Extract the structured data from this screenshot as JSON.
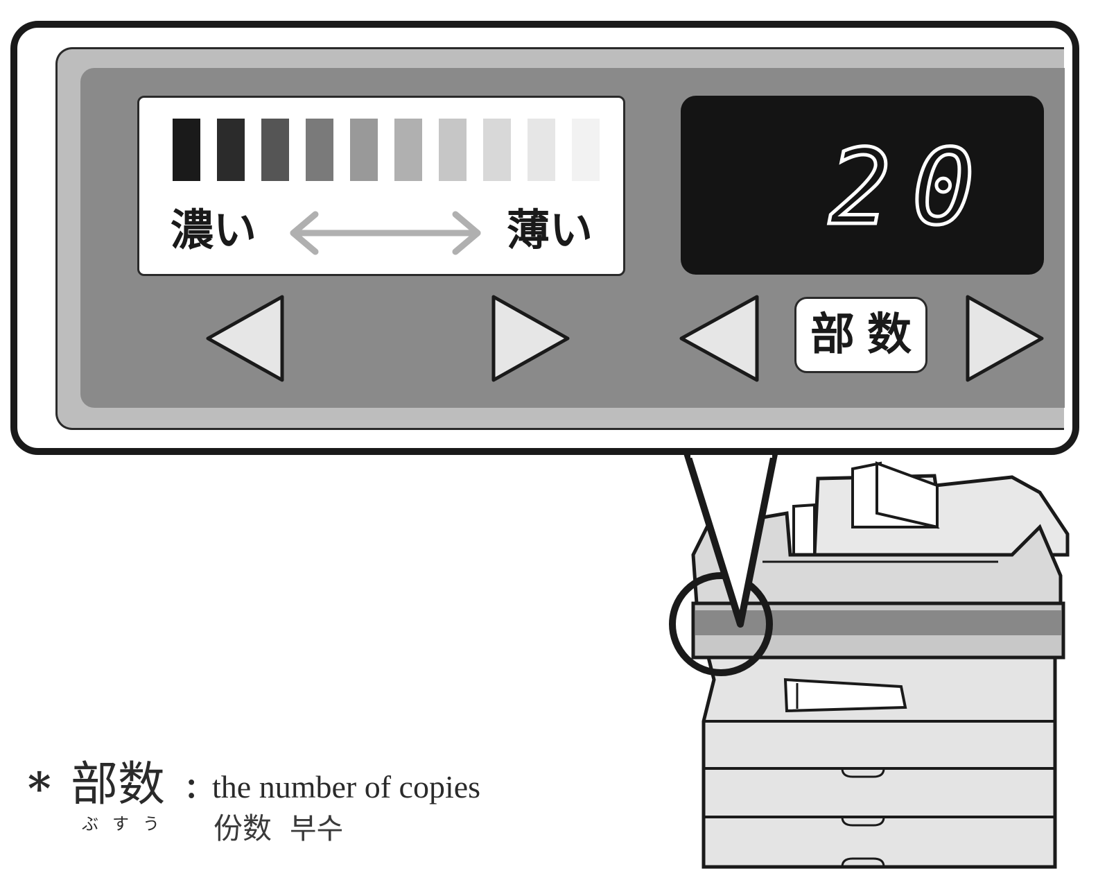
{
  "panel": {
    "density": {
      "dark_label": "濃い",
      "light_label": "薄い",
      "steps": [
        "#1a1a1a",
        "#2b2b2b",
        "#555555",
        "#7a7a7a",
        "#999999",
        "#b0b0b0",
        "#c6c6c6",
        "#d8d8d8",
        "#e6e6e6",
        "#f2f2f2"
      ]
    },
    "counter": {
      "value": "20"
    },
    "copies_button_label": "部数"
  },
  "footnote": {
    "asterisk": "*",
    "term": "部数",
    "reading": "ぶすう",
    "colon": ":",
    "english": "the number of copies",
    "chinese": "份数",
    "korean": "부수"
  },
  "colors": {
    "panel_outer": "#bdbdbd",
    "panel_inner": "#8a8a8a",
    "display_bg": "#141414",
    "button_face": "#e6e6e6",
    "outline": "#1a1a1a"
  },
  "icons": [
    "left-triangle-icon",
    "right-triangle-icon",
    "double-arrow-icon"
  ]
}
